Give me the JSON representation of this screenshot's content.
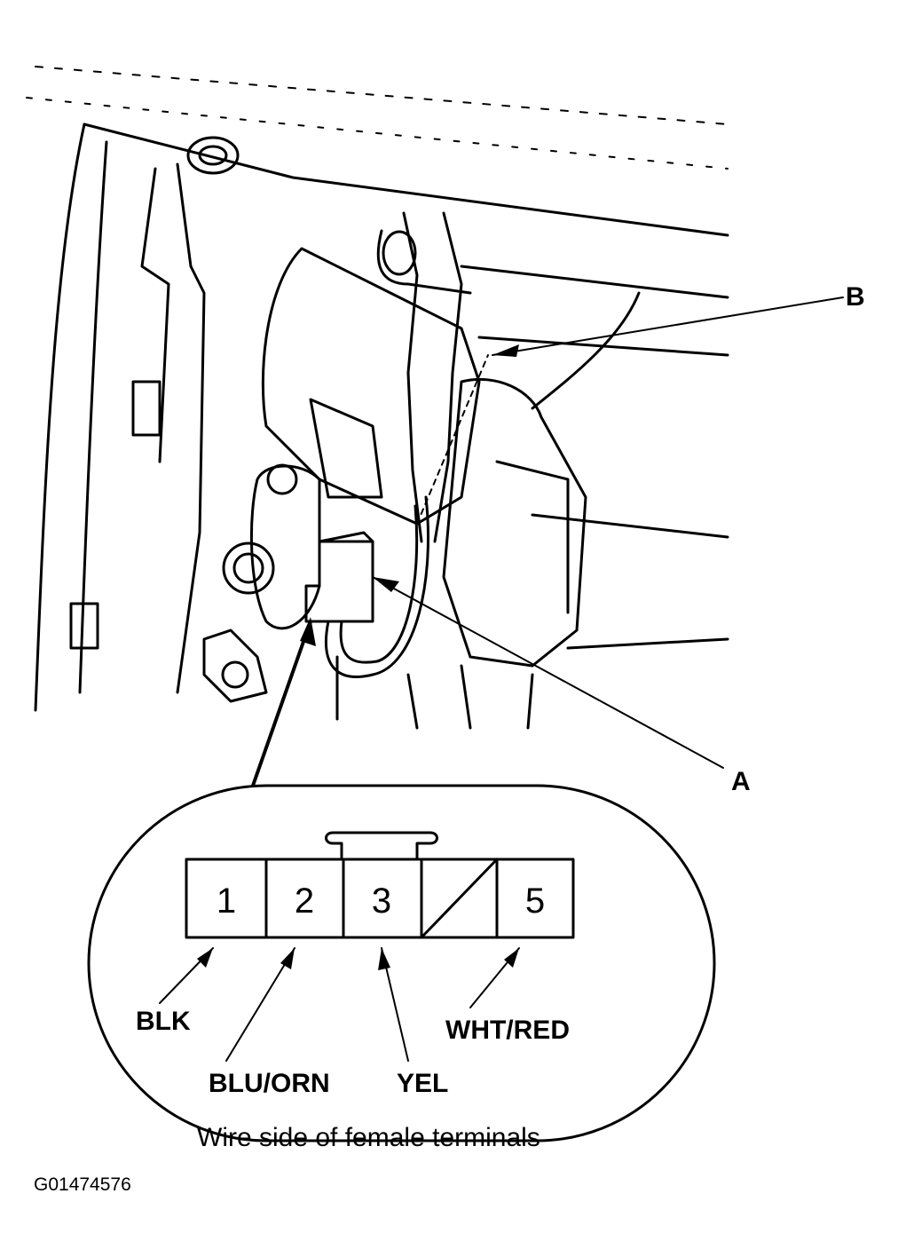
{
  "callouts": {
    "a": "A",
    "b": "B"
  },
  "connector": {
    "pins": [
      {
        "label": "1",
        "empty": false
      },
      {
        "label": "2",
        "empty": false
      },
      {
        "label": "3",
        "empty": false
      },
      {
        "label": "",
        "empty": true
      },
      {
        "label": "5",
        "empty": false
      }
    ],
    "wires": [
      "BLK",
      "BLU/ORN",
      "YEL",
      "WHT/RED"
    ]
  },
  "caption": "Wire side of female terminals",
  "figure_id": "G01474576"
}
